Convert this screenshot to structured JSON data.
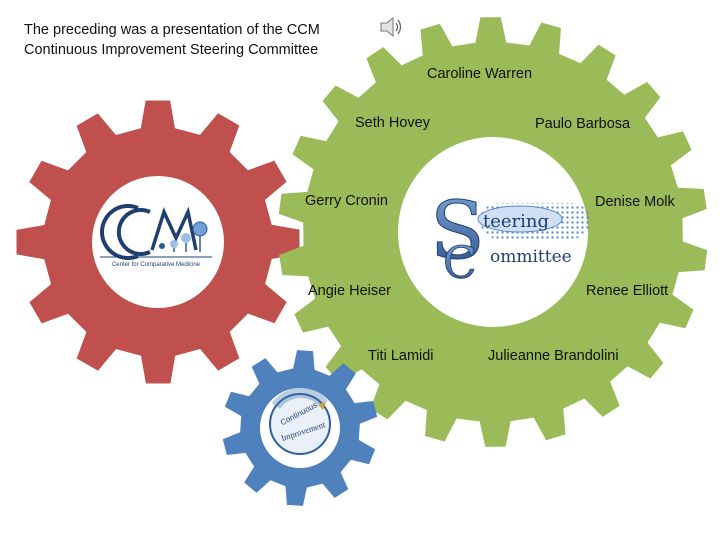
{
  "caption": {
    "line1": "The preceding was a presentation of the CCM",
    "line2": "Continuous Improvement Steering Committee"
  },
  "icons": {
    "speaker": "speaker-icon",
    "ccm_logo": "ccm-logo",
    "steering_logo": "steering-committee-logo",
    "ci_logo": "continuous-improvement-logo"
  },
  "colors": {
    "red_gear": "#c0504d",
    "green_gear": "#9bbb59",
    "blue_gear": "#4f81bd",
    "center_white": "#ffffff"
  },
  "members": {
    "caroline": "Caroline Warren",
    "seth": "Seth Hovey",
    "paulo": "Paulo Barbosa",
    "gerry": "Gerry Cronin",
    "denise": "Denise Molk",
    "angie": "Angie Heiser",
    "renee": "Renee Elliott",
    "titi": "Titi Lamidi",
    "julieanne": "Julieanne Brandolini"
  },
  "ccm_logo": {
    "letters": "CCM",
    "subtitle": "Center for Comparative Medicine"
  },
  "steering_logo": {
    "big_s": "S",
    "big_c": "C",
    "word1": "teering",
    "word2": "ommittee"
  },
  "ci_logo": {
    "word1": "Continuous",
    "word2": "Improvement"
  }
}
